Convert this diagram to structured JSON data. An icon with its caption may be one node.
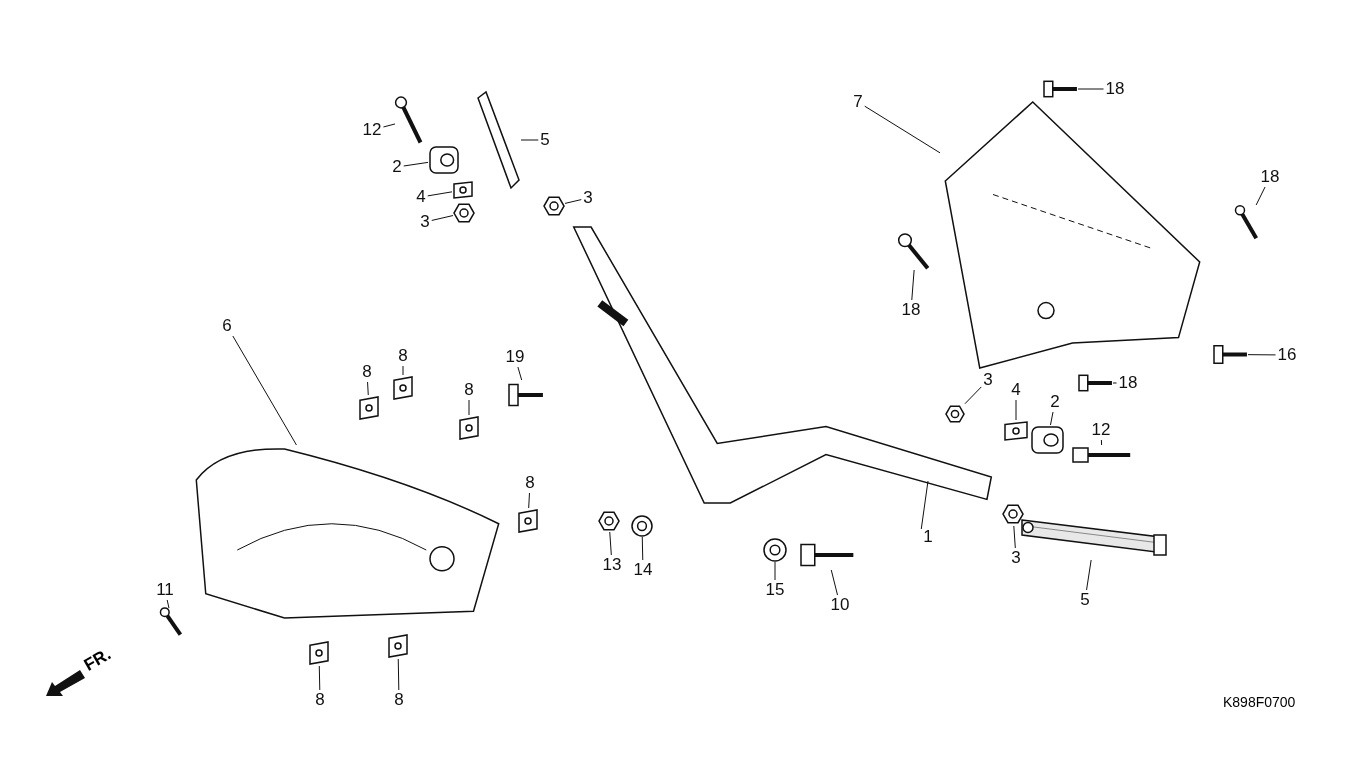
{
  "diagram": {
    "nodes": [
      {
        "text": [
          "12"
        ]
      },
      {
        "text": [
          "2"
        ]
      },
      {
        "text": [
          "4"
        ]
      },
      {
        "text": [
          "3"
        ]
      },
      {
        "text": [
          "5"
        ]
      },
      {
        "text": [
          "3"
        ]
      },
      {
        "text": [
          "7"
        ]
      },
      {
        "text": [
          "18"
        ]
      },
      {
        "text": [
          "18"
        ]
      },
      {
        "text": [
          "18"
        ]
      },
      {
        "text": [
          "16"
        ]
      },
      {
        "text": [
          "18"
        ]
      },
      {
        "text": [
          "6"
        ]
      },
      {
        "text": [
          "8"
        ]
      },
      {
        "text": [
          "8"
        ]
      },
      {
        "text": [
          "8"
        ]
      },
      {
        "text": [
          "19"
        ]
      },
      {
        "text": [
          "8"
        ]
      },
      {
        "text": [
          "11"
        ]
      },
      {
        "text": [
          "8"
        ]
      },
      {
        "text": [
          "8"
        ]
      },
      {
        "text": [
          "13"
        ]
      },
      {
        "text": [
          "14"
        ]
      },
      {
        "text": [
          "15"
        ]
      },
      {
        "text": [
          "10"
        ]
      },
      {
        "text": [
          "1"
        ]
      },
      {
        "text": [
          "3"
        ]
      },
      {
        "text": [
          "4"
        ]
      },
      {
        "text": [
          "2"
        ]
      },
      {
        "text": [
          "12"
        ]
      },
      {
        "text": [
          "3"
        ]
      },
      {
        "text": [
          "5"
        ]
      },
      {
        "text": [],
        "shape": "picture"
      },
      {
        "text": [],
        "shape": "picture"
      },
      {
        "text": [],
        "shape": "picture"
      },
      {
        "text": [],
        "shape": "picture"
      },
      {
        "text": [],
        "shape": "picture"
      },
      {
        "text": [],
        "shape": "picture"
      },
      {
        "text": [],
        "shape": "picture"
      },
      {
        "text": [],
        "shape": "picture"
      },
      {
        "text": [],
        "shape": "picture"
      },
      {
        "text": [],
        "shape": "picture"
      },
      {
        "text": [],
        "shape": "picture"
      },
      {
        "text": [],
        "shape": "picture"
      },
      {
        "text": [],
        "shape": "picture"
      },
      {
        "text": [],
        "shape": "picture"
      },
      {
        "text": [],
        "shape": "picture"
      },
      {
        "text": [],
        "shape": "picture"
      },
      {
        "text": [],
        "shape": "picture"
      },
      {
        "text": [],
        "shape": "picture"
      },
      {
        "text": [],
        "shape": "picture"
      },
      {
        "text": [],
        "shape": "picture"
      },
      {
        "text": [],
        "shape": "picture"
      },
      {
        "text": [],
        "shape": "picture"
      },
      {
        "text": [],
        "shape": "picture"
      },
      {
        "text": [],
        "shape": "picture"
      },
      {
        "text": [],
        "shape": "picture"
      },
      {
        "text": [],
        "shape": "picture"
      },
      {
        "text": [],
        "shape": "picture"
      },
      {
        "text": [],
        "shape": "picture"
      },
      {
        "text": [],
        "shape": "picture"
      },
      {
        "text": [],
        "shape": "picture"
      },
      {
        "text": [],
        "shape": "picture"
      },
      {
        "text": [],
        "shape": "picture"
      }
    ],
    "edges": [
      {
        "from": 0,
        "to": 32,
        "arrow": "none"
      },
      {
        "from": 1,
        "to": 33,
        "arrow": "none"
      },
      {
        "from": 2,
        "to": 34,
        "arrow": "none"
      },
      {
        "from": 3,
        "to": 35,
        "arrow": "none"
      },
      {
        "from": 4,
        "to": 36,
        "arrow": "none"
      },
      {
        "from": 5,
        "to": 37,
        "arrow": "none"
      },
      {
        "from": 6,
        "to": 38,
        "arrow": "none"
      },
      {
        "from": 7,
        "to": 39,
        "arrow": "none"
      },
      {
        "from": 8,
        "to": 40,
        "arrow": "none"
      },
      {
        "from": 9,
        "to": 41,
        "arrow": "none"
      },
      {
        "from": 10,
        "to": 42,
        "arrow": "none"
      },
      {
        "from": 11,
        "to": 43,
        "arrow": "none"
      },
      {
        "from": 12,
        "to": 44,
        "arrow": "none"
      },
      {
        "from": 13,
        "to": 45,
        "arrow": "none"
      },
      {
        "from": 14,
        "to": 46,
        "arrow": "none"
      },
      {
        "from": 15,
        "to": 47,
        "arrow": "none"
      },
      {
        "from": 16,
        "to": 48,
        "arrow": "none"
      },
      {
        "from": 17,
        "to": 49,
        "arrow": "none"
      },
      {
        "from": 18,
        "to": 50,
        "arrow": "none"
      },
      {
        "from": 19,
        "to": 51,
        "arrow": "none"
      },
      {
        "from": 20,
        "to": 52,
        "arrow": "none"
      },
      {
        "from": 21,
        "to": 53,
        "arrow": "none"
      },
      {
        "from": 22,
        "to": 54,
        "arrow": "none"
      },
      {
        "from": 23,
        "to": 55,
        "arrow": "none"
      },
      {
        "from": 24,
        "to": 56,
        "arrow": "none"
      },
      {
        "from": 25,
        "to": 57,
        "arrow": "none"
      },
      {
        "from": 26,
        "to": 58,
        "arrow": "none"
      },
      {
        "from": 27,
        "to": 59,
        "arrow": "none"
      },
      {
        "from": 28,
        "to": 60,
        "arrow": "none"
      },
      {
        "from": 29,
        "to": 61,
        "arrow": "none"
      },
      {
        "from": 30,
        "to": 62,
        "arrow": "none"
      },
      {
        "from": 31,
        "to": 63,
        "arrow": "none"
      }
    ],
    "labels": [
      "FR.",
      "K898F0700"
    ]
  }
}
